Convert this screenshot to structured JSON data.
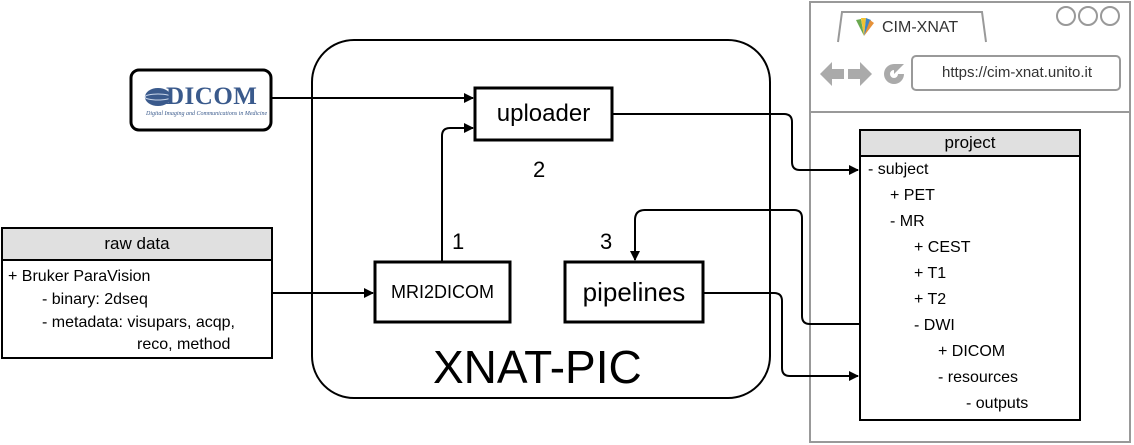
{
  "dicom": {
    "logo_text": "DICOM",
    "logo_subtitle": "Digital Imaging and Communications in Medicine"
  },
  "raw_data": {
    "title": "raw data",
    "lines": [
      "+ Bruker ParaVision",
      "- binary: 2dseq",
      "- metadata: visupars, acqp,",
      "reco, method"
    ]
  },
  "xnat_pic": {
    "title": "XNAT-PIC",
    "uploader": "uploader",
    "mri2dicom": "MRI2DICOM",
    "pipelines": "pipelines",
    "step_1": "1",
    "step_2": "2",
    "step_3": "3"
  },
  "browser": {
    "tab_title": "CIM-XNAT",
    "url": "https://cim-xnat.unito.it"
  },
  "project": {
    "title": "project",
    "tree": [
      "- subject",
      "+ PET",
      "- MR",
      "+ CEST",
      "+ T1",
      "+ T2",
      "- DWI",
      "+ DICOM",
      "- resources",
      "- outputs"
    ]
  },
  "colors": {
    "header_fill": "#e0e0e0",
    "browser_stroke": "#999999",
    "dicom_globe": "#3a5a8c"
  }
}
